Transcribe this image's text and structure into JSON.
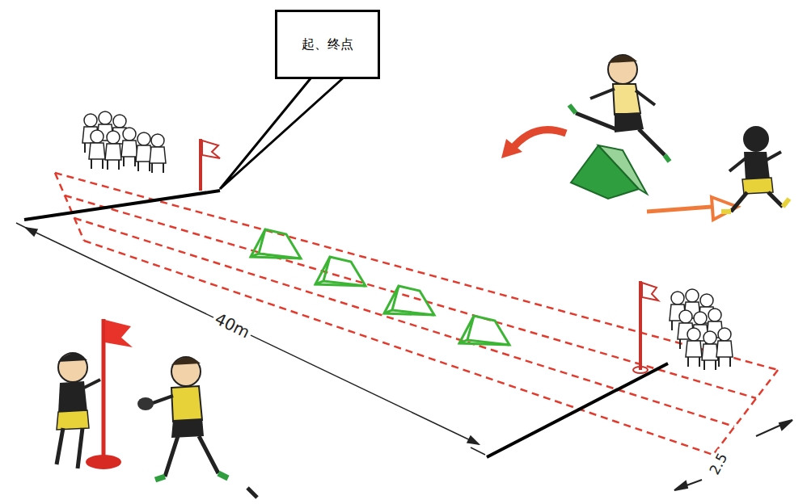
{
  "diagram": {
    "nodes": [
      {
        "text": [
          "起、终点"
        ]
      }
    ],
    "labels": [
      "40m",
      "2.5"
    ]
  }
}
